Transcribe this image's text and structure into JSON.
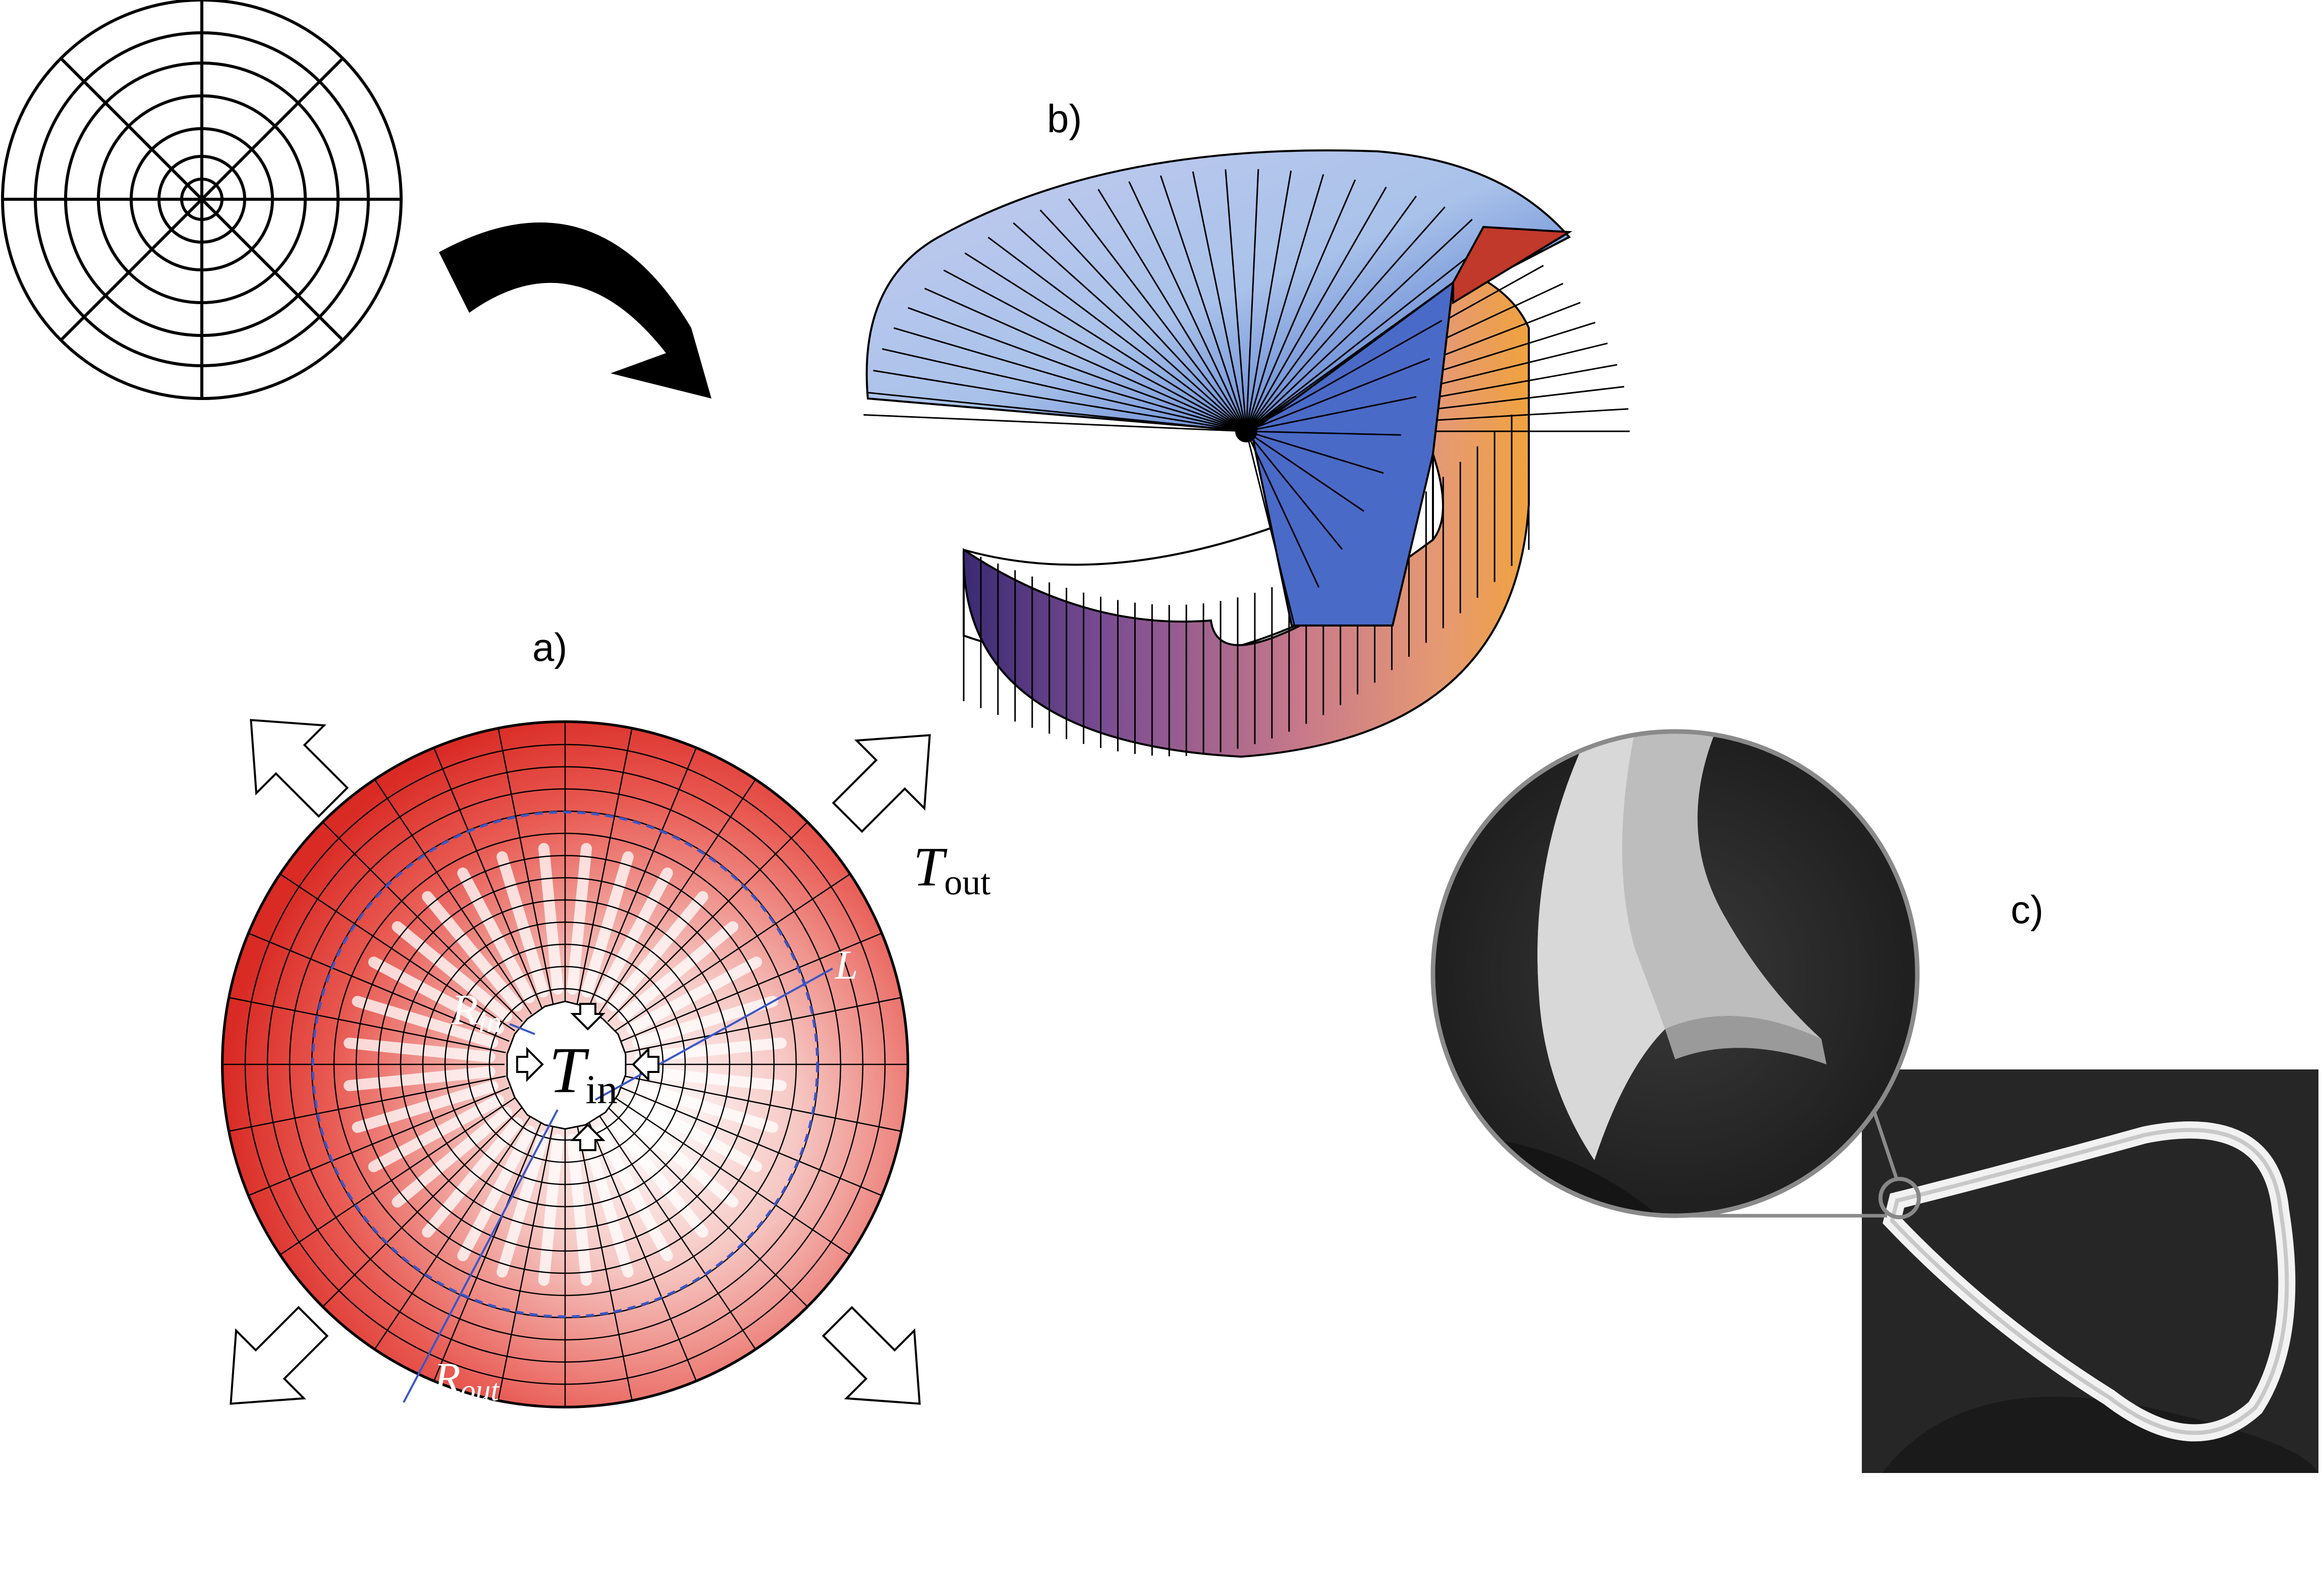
{
  "labels": {
    "panel_a": "a)",
    "panel_b": "b)",
    "panel_c": "c)"
  },
  "math": {
    "t_symbol": "T",
    "out_sub": "out",
    "in_sub": "in",
    "r_symbol": "R",
    "r_in_sub": "in",
    "r_out_sub": "out",
    "l_symbol": "L"
  },
  "colors": {
    "stress_red": "#e0282a",
    "guide_blue": "#3a56c8",
    "sheet_top": "#aeb9e8",
    "band_purple": "#7a4c92",
    "band_orange": "#f0a23e"
  }
}
